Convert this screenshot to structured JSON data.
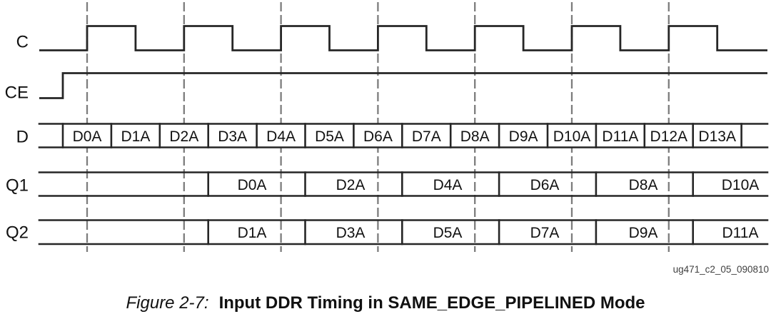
{
  "figure": {
    "watermark": "ug471_c2_05_090810",
    "caption_label": "Figure 2-7:",
    "caption_title": "Input DDR Timing in SAME_EDGE_PIPELINED Mode"
  },
  "diagram": {
    "type": "timing-diagram",
    "dashed_edge_marker_count": 7,
    "rows": [
      "C",
      "CE",
      "D",
      "Q1",
      "Q2"
    ]
  },
  "signals": {
    "clock": {
      "label": "C"
    },
    "clock_enable": {
      "label": "CE"
    },
    "data": {
      "label": "D",
      "cells": [
        "D0A",
        "D1A",
        "D2A",
        "D3A",
        "D4A",
        "D5A",
        "D6A",
        "D7A",
        "D8A",
        "D9A",
        "D10A",
        "D11A",
        "D12A",
        "D13A"
      ]
    },
    "q1": {
      "label": "Q1",
      "cells": [
        "D0A",
        "D2A",
        "D4A",
        "D6A",
        "D8A",
        "D10A"
      ]
    },
    "q2": {
      "label": "Q2",
      "cells": [
        "D1A",
        "D3A",
        "D5A",
        "D7A",
        "D9A",
        "D11A"
      ]
    }
  },
  "colors": {
    "line": "#262626",
    "dash": "#7d7d7d",
    "text": "#111111",
    "background": "#ffffff",
    "watermark": "#404040"
  }
}
